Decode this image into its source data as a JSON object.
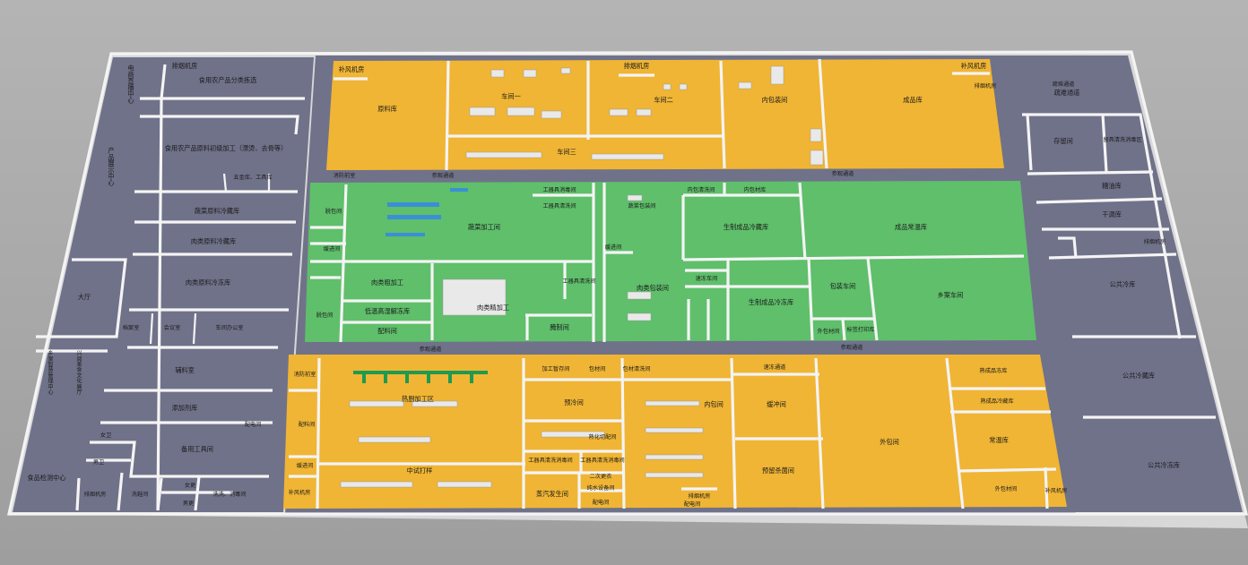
{
  "rooms": {
    "ecommerce_live": "电商直播中心",
    "product_show": "产品展示中心",
    "lobby": "大厅",
    "rural_brain": "乡案智慧管理中心",
    "xingyong_culture": "兴阅美食文化展厅",
    "food_testing": "食品检测中心",
    "exhaust_a": "排烟机房",
    "farm_sort": "食用农产品分类拣选",
    "farm_primary": "食用农产品原料初级加工（漂烫、去骨等）",
    "hardware_tools": "五金库、工具库",
    "veg_cold": "蔬菜原料冷藏库",
    "meat_cold": "肉类原料冷藏库",
    "meat_frozen": "肉类原料冷冻库",
    "archive": "档案室",
    "meeting": "会议室",
    "workshop_office": "车间办公室",
    "aux_material": "辅料室",
    "additive": "添加剂库",
    "distribution_a": "配电间",
    "female_wc": "女卫",
    "male_wc": "男卫",
    "spare_tools": "备用工具间",
    "female_change": "女更",
    "male_change": "男更",
    "exhaust_b": "排烟机房",
    "wash_shoe": "洗鞋间",
    "wash_disinfect": "洗洗、消毒间",
    "supply_fan_a": "补风机房",
    "raw_store": "原料库",
    "workshop1": "车间一",
    "exhaust_c": "排烟机房",
    "workshop2": "车间二",
    "workshop3": "车间三",
    "inner_pack_top": "内包装间",
    "supply_fan_b": "补风机房",
    "finished_store": "成品库",
    "exhaust_d": "排烟机房",
    "visit_corridor_label": "参观通道",
    "smoke_front": "消防前室",
    "tool_wash": "工器具清洗间",
    "tool_disinfect": "工器具消毒间",
    "depack": "脱包间",
    "buffer_a": "缓进间",
    "veg_process": "蔬菜加工间",
    "veg_pack": "蔬菜包装间",
    "inner_wash": "内包清洗间",
    "inner_material": "内包材库",
    "raw_product_cold": "生制成品冷藏库",
    "finished_normal": "成品常温库",
    "buffer_b": "缓进间",
    "meat_rough": "肉类粗加工",
    "low_thaw": "低温高湿解冻库",
    "meat_fine": "肉类精加工",
    "tool_wash2": "工器具清洗间",
    "ingredient_a": "配料间",
    "marinate": "腌制间",
    "meat_pack": "肉类包装间",
    "quick_freeze": "速冻车间",
    "raw_product_frozen": "生制成品冷冻库",
    "packing": "包装车间",
    "rural_workshop": "乡案车间",
    "outer_material": "外包材间",
    "label_print": "标签打印库",
    "inner_material_wash": "包材清洗间",
    "inner_material_wash2": "内包材清洗间",
    "depack2": "脱包间",
    "ingredient_b": "配料间",
    "hot_kitchen": "热厨加工区",
    "trial_line": "中试打样",
    "smoke_front2": "消防前室",
    "supply_fan_c": "补风机房",
    "process_temp": "加工暂存间",
    "package_room": "包材间",
    "package_wash": "包材清洗间",
    "precool": "预冷间",
    "cooked_cut": "熟化切配间",
    "tool_wash3": "工器具清洗消毒间",
    "tool_wash4": "工器具清洗消毒间",
    "secondary_change": "二次更衣",
    "water_equipment": "纯水设备间",
    "steam_gen": "蒸汽发生间",
    "distribution_b": "配电间",
    "inner_pack_bottom": "内包间",
    "express_corridor": "速冻通道",
    "buffer_c": "缓冲间",
    "prechill_bacteria": "预留杀菌间",
    "exhaust_e": "排烟机房",
    "distribution_c": "配电间",
    "outer_pack": "外包间",
    "cooked_frozen": "熟成品冻库",
    "cooked_cold": "熟成品冷藏库",
    "normal_store": "常温库",
    "outer_material2": "外包材间",
    "supply_fan_d": "补风机房",
    "cleaning_corridor": "疏难通道",
    "cleaning_corridor_small": "疏难通道",
    "exhaust_small": "排烟机房",
    "storage_room": "存留间",
    "tool_clean": "留具清洗消毒区",
    "oil_store": "糖油库",
    "dry_store": "干调库",
    "exhaust_f": "排烟机房",
    "public_frozen": "公共冷库",
    "public_cold": "公共冷藏库",
    "public_frozen2": "公共冷冻库"
  },
  "colors": {
    "yellow_zone": "#f0b534",
    "green_zone": "#5fbf6b",
    "grey_zone": "#70728a",
    "wall": "#f4f4f4",
    "background": "#a9a9a9"
  }
}
